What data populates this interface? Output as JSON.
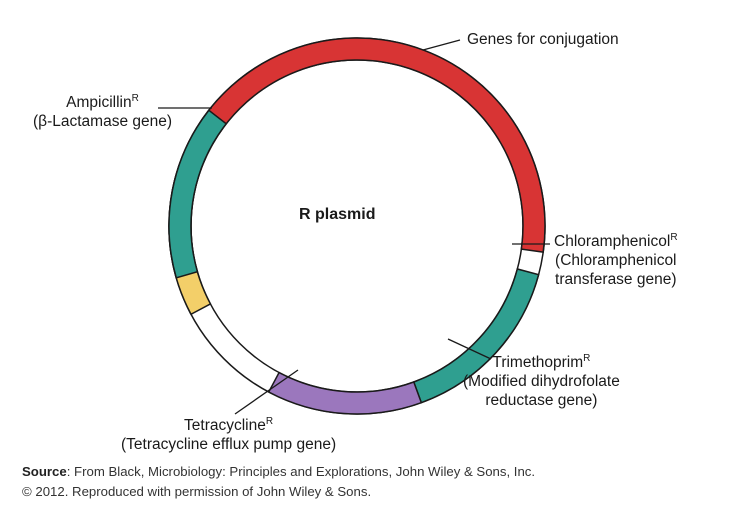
{
  "diagram": {
    "center_label": "R plasmid",
    "segments": [
      {
        "id": "conjugation",
        "color": "#d83434",
        "label": "Genes for conjugation"
      },
      {
        "id": "ampicillin",
        "color": "#f3cf69",
        "label": "Ampicillin",
        "sup": "R",
        "sub": "(β-Lactamase gene)"
      },
      {
        "id": "chloramphenicol",
        "color": "#2f9f90",
        "label": "Chloramphenicol",
        "sup": "R",
        "sub1": "(Chloramphenicol",
        "sub2": "transferase gene)"
      },
      {
        "id": "trimethoprim",
        "color": "#9b77bd",
        "label": "Trimethoprim",
        "sup": "R",
        "sub1": "(Modified dihydrofolate",
        "sub2": "reductase gene)"
      },
      {
        "id": "tetracycline",
        "color": "#2f9f90",
        "label": "Tetracycline",
        "sup": "R",
        "sub": "(Tetracycline efflux pump gene)"
      }
    ]
  },
  "source": {
    "prefix": "Source",
    "line1_rest": ": From Black, Microbiology: Principles and Explorations, John Wiley & Sons, Inc.",
    "line2": "© 2012. Reproduced with permission of John Wiley & Sons."
  }
}
